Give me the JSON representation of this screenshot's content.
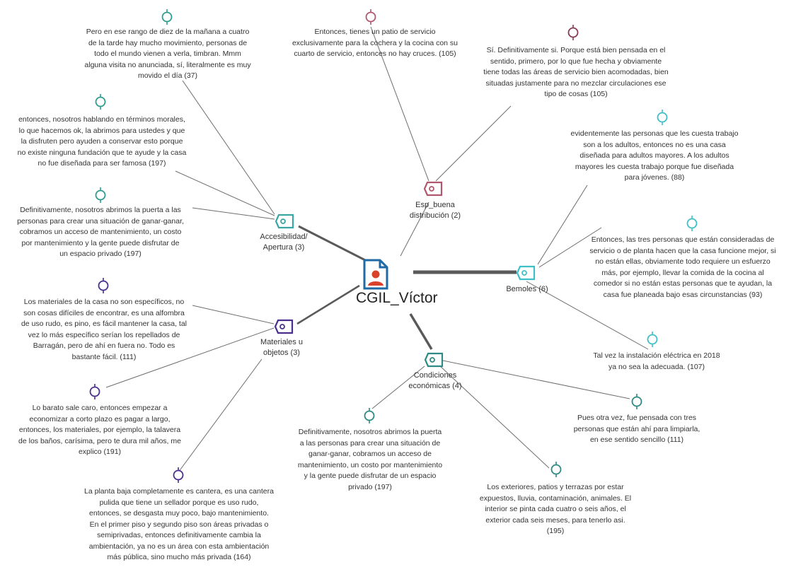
{
  "center": {
    "label": "CGIL_Víctor",
    "icon": "document-person-icon",
    "icon_color": "#1f6aa5"
  },
  "codes": [
    {
      "id": "accesibilidad",
      "label": "Accesibilidad/\nApertura (3)",
      "color": "#3aa6a3"
    },
    {
      "id": "esp",
      "label": "Esp_buena\ndistribución (2)",
      "color": "#b0566e"
    },
    {
      "id": "bemoles",
      "label": "Bemoles (6)",
      "color": "#3fbfc8"
    },
    {
      "id": "materiales",
      "label": "Materiales u\nobjetos (3)",
      "color": "#4a2f8c"
    },
    {
      "id": "condiciones",
      "label": "Condiciones\neconómicas (4)",
      "color": "#2e8a82"
    }
  ],
  "quotes": [
    {
      "id": "q37",
      "code": "accesibilidad",
      "color": "#2f9c8f",
      "text": "Pero en ese rango de diez de la mañana a cuatro\nde la tarde hay mucho movimiento, personas de\ntodo el mundo vienen a verla, timbran. Mmm\nalguna visita no anunciada, sí, literalmente es muy\nmovido el día (37)"
    },
    {
      "id": "q197a",
      "code": "accesibilidad",
      "color": "#2f9c8f",
      "text": "entonces, nosotros hablando en términos morales,\nlo que hacemos ok, la abrimos para ustedes y que\nla disfruten pero ayuden a conservar esto porque\nno existe ninguna fundación que te ayude y la casa\nno fue diseñada para ser famosa (197)"
    },
    {
      "id": "q197b",
      "code": "accesibilidad",
      "color": "#2f9c8f",
      "text": "Definitivamente, nosotros abrimos la puerta a las\npersonas para crear una situación de ganar-ganar,\ncobramos un acceso de mantenimiento, un costo\npor mantenimiento y la gente puede disfrutar de\nun espacio privado (197)"
    },
    {
      "id": "q105a",
      "code": "esp",
      "color": "#b0566e",
      "text": "Entonces, tienes un patio de servicio\nexclusivamente para la cochera y la cocina con su\ncuarto de servicio, entonces no hay cruces. (105)"
    },
    {
      "id": "q105b",
      "code": "esp",
      "color": "#8a3a55",
      "text": "Sí. Definitivamente si. Porque está bien pensada en el\nsentido, primero, por lo que fue hecha y obviamente\ntiene todas las áreas de servicio bien acomodadas, bien\nsituadas justamente para no mezclar circulaciones ese\ntipo de cosas (105)"
    },
    {
      "id": "q88",
      "code": "bemoles",
      "color": "#3fbfc8",
      "text": "evidentemente las personas que les cuesta trabajo\nson a los adultos, entonces no es una casa\ndiseñada para adultos mayores. A los adultos\nmayores les cuesta trabajo porque fue diseñada\npara jóvenes. (88)"
    },
    {
      "id": "q93",
      "code": "bemoles",
      "color": "#3fbfc8",
      "text": "Entonces, las tres personas que están consideradas de\nservicio o de planta hacen que la casa funcione mejor, si\nno están ellas, obviamente todo requiere un esfuerzo\nmás, por ejemplo, llevar la comida de la cocina al\ncomedor si no están estas personas que te ayudan, la\ncasa fue planeada bajo esas circunstancias (93)"
    },
    {
      "id": "q107",
      "code": "bemoles",
      "color": "#3fbfc8",
      "text": "Tal vez la instalación eléctrica en 2018\nya no sea la adecuada. (107)"
    },
    {
      "id": "q111a",
      "code": "materiales",
      "color": "#4a2f8c",
      "text": "Los materiales de la casa no son específicos, no\nson cosas difíciles de encontrar, es una alfombra\nde uso rudo, es pino, es fácil mantener la casa, tal\nvez lo más específico serían los repellados de\nBarragán, pero de ahí en fuera no. Todo es\nbastante fácil. (111)"
    },
    {
      "id": "q191",
      "code": "materiales",
      "color": "#4a2f8c",
      "text": "Lo barato sale caro, entonces empezar a\neconomizar a corto plazo es pagar a largo,\nentonces, los materiales, por ejemplo, la talavera\nde los baños, carísima, pero te dura mil años, me\nexplico (191)"
    },
    {
      "id": "q164",
      "code": "materiales",
      "color": "#4a2f8c",
      "text": "La planta baja completamente es cantera, es una cantera\npulida que tiene un sellador porque es uso rudo,\nentonces, se desgasta muy poco, bajo mantenimiento.\nEn el primer piso y segundo piso son áreas privadas o\nsemiprivadas, entonces definitivamente cambia la\nambientación, ya no es un área con esta ambientación\nmás pública, sino mucho más privada (164)"
    },
    {
      "id": "q197c",
      "code": "condiciones",
      "color": "#2e8a82",
      "text": "Definitivamente, nosotros abrimos la puerta\na las personas para crear una situación de\nganar-ganar, cobramos un acceso de\nmantenimiento, un costo por mantenimiento\ny la gente puede disfrutar de un espacio\nprivado (197)"
    },
    {
      "id": "q111b",
      "code": "condiciones",
      "color": "#2e8a82",
      "text": "Pues otra vez, fue pensada con tres\npersonas que están ahí para limpiarla,\nen ese sentido sencillo (111)"
    },
    {
      "id": "q195",
      "code": "condiciones",
      "color": "#2e8a82",
      "text": "Los exteriores, patios y terrazas por estar\nexpuestos, lluvia, contaminación, animales. El\ninterior se pinta cada cuatro o seis años, el\nexterior cada seis meses, para tenerlo asi.\n(195)"
    }
  ]
}
